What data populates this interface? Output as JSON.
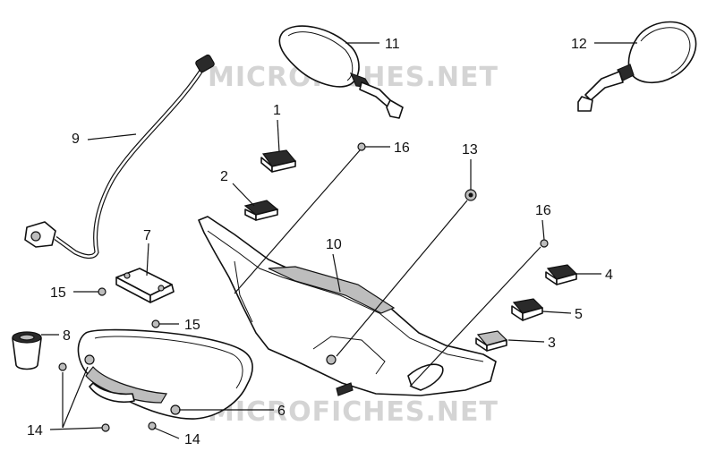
{
  "watermark": "MICROFICHES.NET",
  "labels": {
    "p1": "1",
    "p2": "2",
    "p3": "3",
    "p4": "4",
    "p5": "5",
    "p6": "6",
    "p7": "7",
    "p8": "8",
    "p9": "9",
    "p10": "10",
    "p11": "11",
    "p12": "12",
    "p13": "13",
    "p14a": "14",
    "p14b": "14",
    "p15a": "15",
    "p15b": "15",
    "p16a": "16",
    "p16b": "16"
  }
}
